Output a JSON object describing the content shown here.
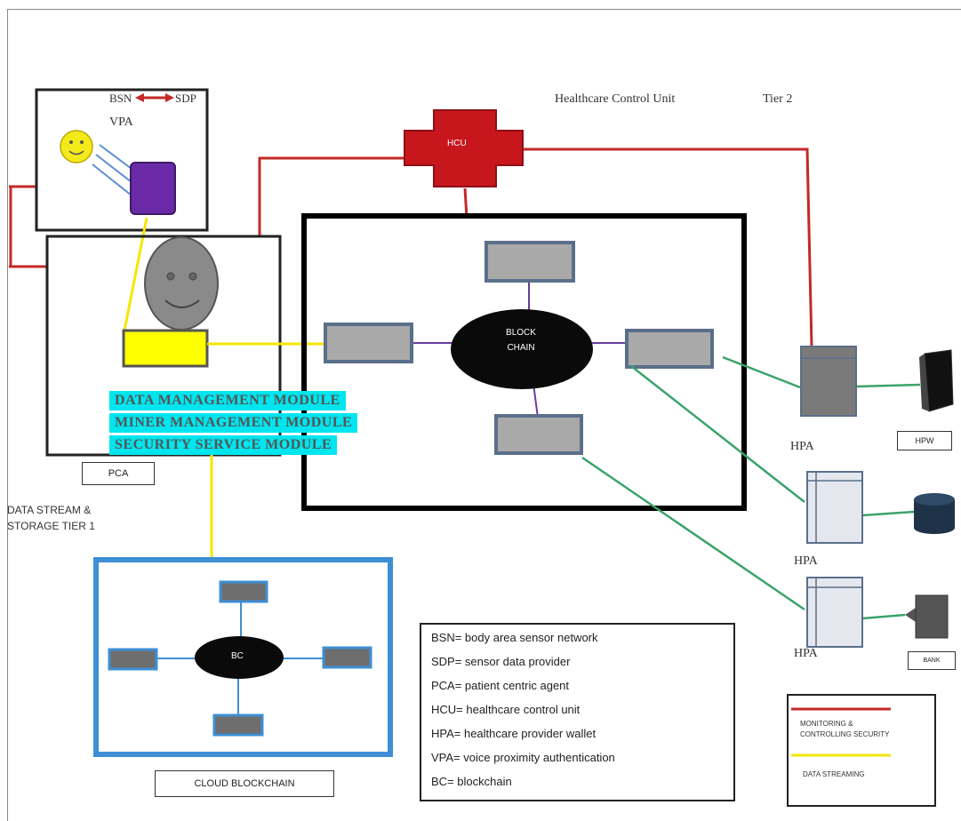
{
  "title": {
    "healthcare_control_unit": "Healthcare Control Unit",
    "tier": "Tier 2"
  },
  "nodes": {
    "hcu": "HCU",
    "blockchain_line1": "BLOCK",
    "blockchain_line2": "CHAIN",
    "bc": "BC",
    "bsn": "BSN",
    "sdp": "SDP",
    "vpa": "VPA",
    "pca": "PCA",
    "hpa_1": "HPA",
    "hpa_2": "HPA",
    "hpa_3": "HPA",
    "hpw": "HPW",
    "bank": "BANK",
    "cloud_blockchain": "CLOUD BLOCKCHAIN"
  },
  "modules": [
    "DATA MANAGEMENT MODULE",
    "MINER MANAGEMENT MODULE",
    "SECURITY SERVICE MODULE"
  ],
  "tier1": {
    "line1": "DATA STREAM &",
    "line2": "STORAGE TIER 1"
  },
  "abbreviations": [
    "BSN= body area sensor network",
    "SDP= sensor data provider",
    "PCA= patient centric agent",
    "HCU= healthcare control unit",
    "HPA= healthcare provider wallet",
    "VPA= voice proximity authentication",
    "BC= blockchain"
  ],
  "line_legend": {
    "monitoring_line1": "MONITORING &",
    "monitoring_line2": "CONTROLLING SECURITY",
    "data_streaming": "DATA STREAMING",
    "monitoring_color": "#c62828",
    "streaming_color": "#f5e600"
  },
  "colors": {
    "red_line": "#c62828",
    "yellow_line": "#f5e600",
    "green_line": "#3aa36b",
    "purple_line": "#6a3d9a",
    "cloud_border": "#3d8fd6",
    "hcu_cross": "#c8161d",
    "module_highlight": "#00e5ee"
  }
}
